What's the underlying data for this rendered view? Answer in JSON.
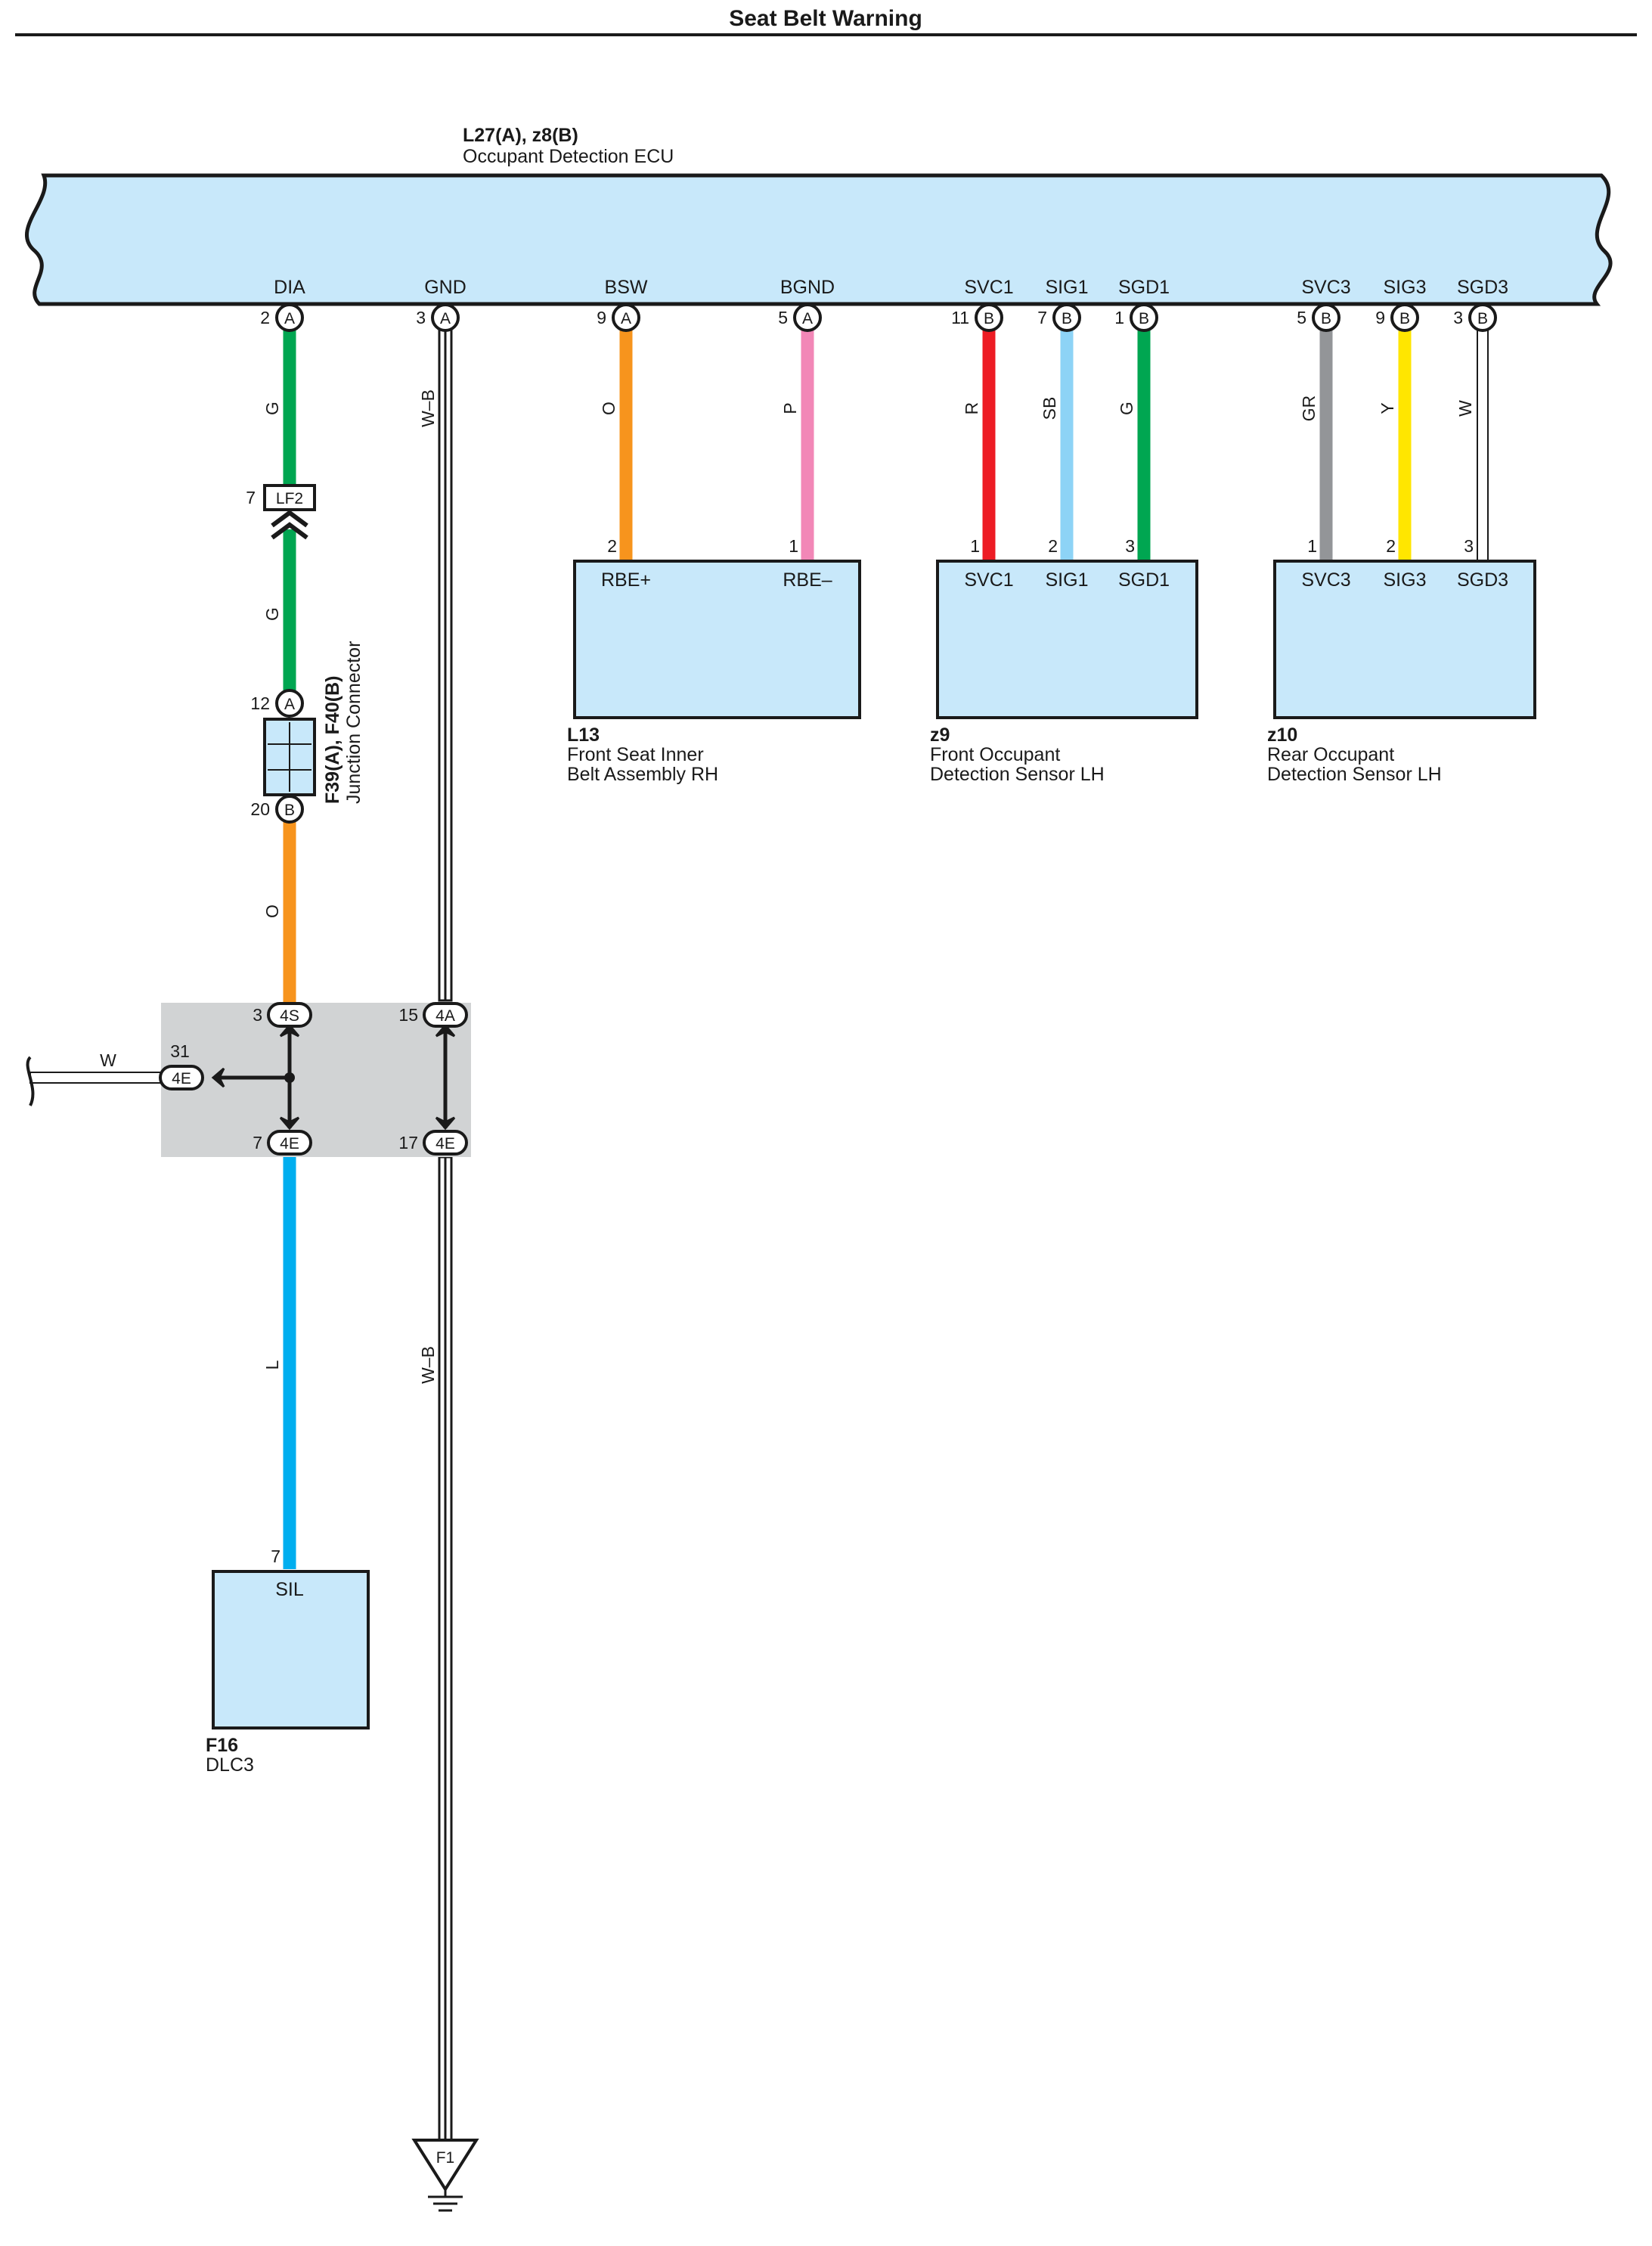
{
  "title": "Seat Belt Warning",
  "ecu": {
    "code": "L27(A), z8(B)",
    "name": "Occupant Detection ECU",
    "terminals": [
      {
        "name": "DIA",
        "pin": "2",
        "conn": "A"
      },
      {
        "name": "GND",
        "pin": "3",
        "conn": "A"
      },
      {
        "name": "BSW",
        "pin": "9",
        "conn": "A"
      },
      {
        "name": "BGND",
        "pin": "5",
        "conn": "A"
      },
      {
        "name": "SVC1",
        "pin": "11",
        "conn": "B"
      },
      {
        "name": "SIG1",
        "pin": "7",
        "conn": "B"
      },
      {
        "name": "SGD1",
        "pin": "1",
        "conn": "B"
      },
      {
        "name": "SVC3",
        "pin": "5",
        "conn": "B"
      },
      {
        "name": "SIG3",
        "pin": "9",
        "conn": "B"
      },
      {
        "name": "SGD3",
        "pin": "3",
        "conn": "B"
      }
    ]
  },
  "wire_codes": {
    "dia_upper": "G",
    "dia_middle": "G",
    "dia_lower": "O",
    "dia_bottom": "L",
    "gnd_upper": "W–B",
    "gnd_lower": "W–B",
    "bsw": "O",
    "bgnd": "P",
    "svc1": "R",
    "sig1": "SB",
    "sgd1": "G",
    "svc3": "GR",
    "sig3": "Y",
    "sgd3": "W",
    "branch_left": "W"
  },
  "colors": {
    "G": "#00a651",
    "O": "#f7941d",
    "P": "#f287b7",
    "R": "#ed1c24",
    "SB": "#8dd3f6",
    "GR": "#939598",
    "Y": "#ffe600",
    "W": "#ffffff",
    "L": "#00aeef",
    "WB": "#ffffff",
    "component_fill": "#c8e8fa",
    "junction_fill": "#d1d3d4"
  },
  "inline_connector": {
    "code": "LF2",
    "pin": "7"
  },
  "junction_connector": {
    "code": "F39(A), F40(B)",
    "name": "Junction Connector",
    "top": {
      "pin": "12",
      "conn": "A"
    },
    "bottom": {
      "pin": "20",
      "conn": "B"
    }
  },
  "junction_block": {
    "top_left": {
      "pin": "3",
      "conn": "4S"
    },
    "top_right": {
      "pin": "15",
      "conn": "4A"
    },
    "side": {
      "pin": "31",
      "conn": "4E"
    },
    "bottom_left": {
      "pin": "7",
      "conn": "4E"
    },
    "bottom_right": {
      "pin": "17",
      "conn": "4E"
    }
  },
  "components": {
    "l13": {
      "code": "L13",
      "name_line1": "Front Seat Inner",
      "name_line2": "Belt Assembly RH",
      "terminals": [
        {
          "name": "RBE+",
          "pin": "2"
        },
        {
          "name": "RBE–",
          "pin": "1"
        }
      ]
    },
    "z9": {
      "code": "z9",
      "name_line1": "Front Occupant",
      "name_line2": "Detection Sensor LH",
      "terminals": [
        {
          "name": "SVC1",
          "pin": "1"
        },
        {
          "name": "SIG1",
          "pin": "2"
        },
        {
          "name": "SGD1",
          "pin": "3"
        }
      ]
    },
    "z10": {
      "code": "z10",
      "name_line1": "Rear Occupant",
      "name_line2": "Detection Sensor LH",
      "terminals": [
        {
          "name": "SVC3",
          "pin": "1"
        },
        {
          "name": "SIG3",
          "pin": "2"
        },
        {
          "name": "SGD3",
          "pin": "3"
        }
      ]
    },
    "f16": {
      "code": "F16",
      "name": "DLC3",
      "terminal": {
        "name": "SIL",
        "pin": "7"
      }
    }
  },
  "ground": {
    "code": "F1"
  }
}
